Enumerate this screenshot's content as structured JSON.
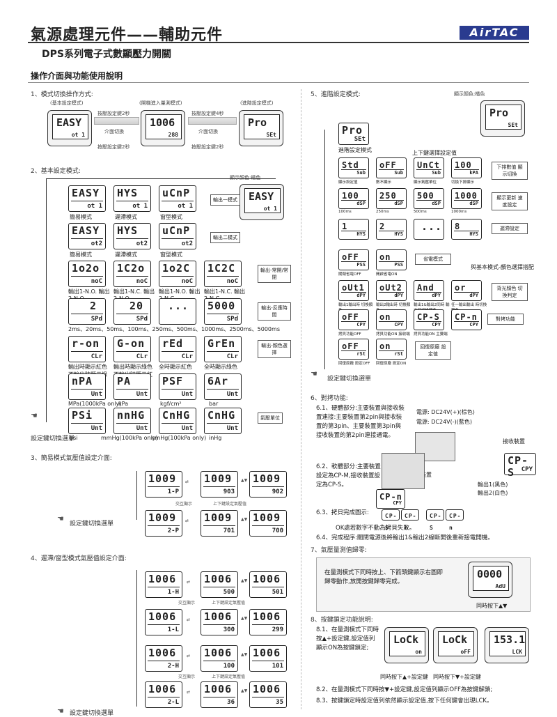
{
  "header": {
    "title": "氣源處理元件——輔助元件",
    "subtitle": "DPS系列電子式數顯壓力開關",
    "brand": "AirTAC",
    "section": "操作介面與功能使用說明"
  },
  "s1": {
    "title": "1、模式切換操作方式:",
    "basic": "(基本設定模式)",
    "measure": "(開機進入量測模式)",
    "advanced": "(進階設定模式)",
    "press2": "按壓設定鍵2秒",
    "switch1": "介面切換",
    "press2b": "按壓設定鍵2秒",
    "press4": "按壓設定鍵4秒",
    "switch2": "介面切換",
    "press2c": "按壓設定鍵2秒",
    "d1": {
      "big": "EASY",
      "small": "ot 1"
    },
    "d2": {
      "big": "1006",
      "small": "288"
    },
    "d3": {
      "big": "Pro",
      "small": "SEt"
    }
  },
  "s2": {
    "title": "2、基本設定模式:",
    "color_note": "顯示顏色:橘色",
    "r1": {
      "a": [
        "EASY",
        "ot 1"
      ],
      "b": [
        "HYS",
        "ot 1"
      ],
      "c": [
        "uCnP",
        "ot 1"
      ],
      "la": "簡易模式",
      "lb": "遲滯模式",
      "lc": "窗型模式",
      "box": "輸出一模式"
    },
    "r2": {
      "a": [
        "EASY",
        "ot2"
      ],
      "b": [
        "HYS",
        "ot2"
      ],
      "c": [
        "uCnP",
        "ot2"
      ],
      "la": "簡易模式",
      "lb": "遲滯模式",
      "lc": "窗型模式",
      "box": "輸出二模式"
    },
    "r3": {
      "a": [
        "1o2o",
        "noC"
      ],
      "b": [
        "1C2o",
        "noC"
      ],
      "c": [
        "1o2C",
        "noC"
      ],
      "d": [
        "1C2C",
        "noC"
      ],
      "la": "輸出1-N.O. 輸出2-N.O.",
      "lb": "輸出1-N.C. 輸出2-N.O.",
      "lc": "輸出1-N.O. 輸出2-N.C.",
      "ld": "輸出1-N.C. 輸出2-N.C.",
      "box": "輸出-常開/常閉"
    },
    "r4": {
      "a": [
        "2",
        "SPd"
      ],
      "b": [
        "20",
        "SPd"
      ],
      "d": [
        "5000",
        "SPd"
      ],
      "times": "2ms、20ms、50ms、100ms、250ms、500ms、1000ms、2500ms、5000ms",
      "box": "輸出-反應時間"
    },
    "r5": {
      "a": [
        "r-on",
        "CLr"
      ],
      "b": [
        "G-on",
        "CLr"
      ],
      "c": [
        "rEd",
        "CLr"
      ],
      "d": [
        "GrEn",
        "CLr"
      ],
      "la": "輸出時顯示紅色 不輸出時顯示綠色",
      "lb": "輸出時顯示綠色 不輸出時顯示紅色",
      "lc": "全時顯示紅色",
      "ld": "全時顯示綠色",
      "box": "輸出-顏色選擇"
    },
    "r6": {
      "a": [
        "nPA",
        "Unt"
      ],
      "b": [
        "PA",
        "Unt"
      ],
      "c": [
        "PSF",
        "Unt"
      ],
      "d": [
        "6Ar",
        "Unt"
      ],
      "la": "MPa(1000kPa only)",
      "lb": "kPa",
      "lc": "kgf/cm²",
      "ld": "bar"
    },
    "r7": {
      "a": [
        "PSi",
        "Unt"
      ],
      "b": [
        "nnHG",
        "Unt"
      ],
      "c": [
        "CnHG",
        "Unt"
      ],
      "d": [
        "CnHG",
        "Unt"
      ],
      "la": "psi",
      "lb": "mmHg(100kPa only)",
      "lc": "cmHg(100kPa only)",
      "ld": "inHg",
      "box": "氣壓單位"
    },
    "foot": "設定鍵切換選單"
  },
  "s3": {
    "title": "3、簡易模式氣壓值設定介面:",
    "a": [
      "1009",
      "1-P"
    ],
    "b": [
      "1009",
      "903"
    ],
    "c": [
      "1009",
      "902"
    ],
    "d": [
      "1009",
      "2-P"
    ],
    "e": [
      "1009",
      "701"
    ],
    "f": [
      "1009",
      "700"
    ],
    "l1": "交互顯示",
    "l2": "上下鍵設定氣壓值",
    "foot": "設定鍵切換選單"
  },
  "s4": {
    "title": "4、遲滯/窗型模式氣壓值設定介面:",
    "rows": [
      {
        "a": "1006",
        "as": "1-H",
        "b": "1006",
        "bs": "500",
        "c": "1006",
        "cs": "501"
      },
      {
        "a": "1006",
        "as": "1-L",
        "b": "1006",
        "bs": "300",
        "c": "1006",
        "cs": "299"
      },
      {
        "a": "1006",
        "as": "2-H",
        "b": "1006",
        "bs": "100",
        "c": "1006",
        "cs": "101"
      },
      {
        "a": "1006",
        "as": "2-L",
        "b": "1006",
        "bs": "36",
        "c": "1006",
        "cs": "35"
      }
    ],
    "l1": "交互顯示",
    "l2": "上下鍵設定氣壓值",
    "foot": "設定鍵切換選單"
  },
  "s5": {
    "title": "5、進階設定模式:",
    "color_note": "顯示顏色:橘色",
    "dev": {
      "big": "Pro",
      "small": "SEt"
    },
    "head": {
      "big": "Pro",
      "small": "SEt",
      "label": "進階設定模式"
    },
    "r1": {
      "a": [
        "Std",
        "Sub"
      ],
      "b": [
        "oFF",
        "Sub"
      ],
      "c": [
        "UnCt",
        "Sub"
      ],
      "d": [
        "100",
        "kPA"
      ],
      "la": "顯示設定值",
      "lb": "數不顯示",
      "lc": "顯示氣壓單位",
      "ld": "切換下排顯示",
      "top": "上下鍵選擇設定值",
      "box": "下排數值 顯示切換"
    },
    "r2": {
      "a": [
        "100",
        "dSP"
      ],
      "b": [
        "250",
        "dSP"
      ],
      "c": [
        "500",
        "dSP"
      ],
      "d": [
        "1000",
        "dSP"
      ],
      "la": "100ms",
      "lb": "250ms",
      "lc": "500ms",
      "ld": "1000ms",
      "box": "顯示更新 速度設定"
    },
    "r3": {
      "a": [
        "1",
        "HYS"
      ],
      "b": [
        "2",
        "HYS"
      ],
      "d": [
        "8",
        "HYS"
      ],
      "box": "遲滯設定"
    },
    "r4": {
      "a": [
        "oFF",
        "PSS"
      ],
      "b": [
        "on",
        "PSS"
      ],
      "la": "關閉省電OFF",
      "lb": "開啟省電ON",
      "box": "省電模式",
      "note": "與基本模式-顏色選擇搭配"
    },
    "r5": {
      "a": [
        "oUt1",
        "dPY"
      ],
      "b": [
        "oUt2",
        "dPY"
      ],
      "c": [
        "And",
        "dPY"
      ],
      "d": [
        "or",
        "dPY"
      ],
      "la": "輸出1輸出時 切換顏色",
      "lb": "輸出2輸出時 切換顏色",
      "lc": "輸出1&輸出2同時 輸出時切換顏色",
      "ld": "任一輸出輸出 時切換顏色",
      "box": "背光顏色 切換判定"
    },
    "r6": {
      "a": [
        "oFF",
        "CPY"
      ],
      "b": [
        "on",
        "CPY"
      ],
      "c": [
        "CP-S",
        "CPY"
      ],
      "d": [
        "CP-n",
        "CPY"
      ],
      "la": "拷貝功能OFF",
      "lb": "拷貝功能ON 接收端",
      "lc": "拷貝功能ON 主要端",
      "box": "對拷功能"
    },
    "r7": {
      "a": [
        "oFF",
        "rSt"
      ],
      "b": [
        "on",
        "rSt"
      ],
      "la": "回復原廠 設定OFF",
      "lb": "回復原廠 設定ON",
      "box": "回復原廠 設定值"
    },
    "foot": "設定鍵切換選單"
  },
  "s6": {
    "title": "6、對拷功能:",
    "t61": "6.1、硬體部分:主要裝置與接收裝置連接:主要裝置第2pin與接收裝置的第3pin、主要裝置第3pin與接收裝置的第2pin連接通電。",
    "t62": "6.2、軟體部分:主要裝置設定為CP-M,接收裝置設定為CP-S。",
    "t63": "6.3、拷貝完成圖示:",
    "t63b": "OK處若數字不動為拷貝失敗。",
    "t64": "6.4、完成程序:關閉電源後將輸出1&輸出2線斷開後重新接電開機。",
    "p1": "電源: DC24V(+)(棕色)",
    "p2": "電源: DC24V(-)(藍色)",
    "recv": "接收裝置",
    "main": "主要裝置",
    "o1": "輸出1(黑色)",
    "o2": "輸出2(白色)",
    "cp": [
      "CP-S",
      "CPY"
    ],
    "cpn": [
      "CP-n",
      "CPY"
    ]
  },
  "s7": {
    "title": "7、氣壓量測值歸零:",
    "text": "在量測模式下同時按上、下箭頭鍵顯示右圖即歸零動作,放開按鍵歸零完成。",
    "d": {
      "big": "0000",
      "small": "AdU"
    },
    "cap": "同時按下▲▼"
  },
  "s8": {
    "title": "8、按鍵鎖定功能說明:",
    "t81": "8.1、在量測模式下同時按▲+設定鍵,設定值列顯示ON為按鍵鎖定;",
    "t82": "8.2、在量測模式下同時按▼+設定鍵,設定值列顯示OFF為按鍵解鎖;",
    "t83": "8.3、按鍵鎖定時設定值列依然顯示設定值,按下任何鍵會出現LCK。",
    "d1": {
      "big": "LoCk",
      "small": "on"
    },
    "d2": {
      "big": "LoCk",
      "small": "oFF"
    },
    "d3": {
      "big": "153.1",
      "small": "LCK"
    },
    "c1": "同時按下▲+設定鍵",
    "c2": "同時按下▼+設定鍵"
  }
}
